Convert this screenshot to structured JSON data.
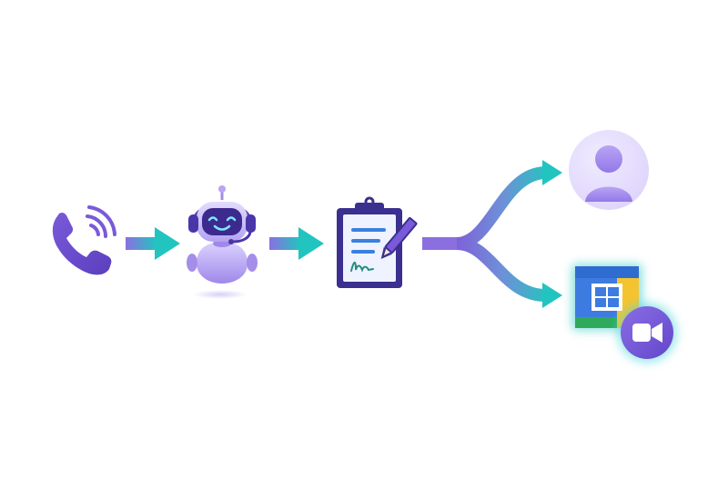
{
  "diagram": {
    "nodes": [
      {
        "id": "incoming-call",
        "icon": "phone-icon"
      },
      {
        "id": "ai-assistant",
        "icon": "robot-headset-icon"
      },
      {
        "id": "form-notes",
        "icon": "clipboard-signature-icon"
      },
      {
        "id": "contact-profile",
        "icon": "user-avatar-icon"
      },
      {
        "id": "calendar-meeting",
        "icon": "calendar-video-icon"
      }
    ],
    "edges": [
      {
        "from": "incoming-call",
        "to": "ai-assistant"
      },
      {
        "from": "ai-assistant",
        "to": "form-notes"
      },
      {
        "from": "form-notes",
        "to": "contact-profile"
      },
      {
        "from": "form-notes",
        "to": "calendar-meeting"
      }
    ]
  },
  "colors": {
    "purple": "#6a4fd0",
    "light_purple": "#a78bfa",
    "teal": "#2bbfc4",
    "navy": "#3b2f8f",
    "calendar_blue": "#3d7be0",
    "calendar_green": "#2eaa5a",
    "calendar_yellow": "#f4c430",
    "paper": "#eef3ff"
  }
}
